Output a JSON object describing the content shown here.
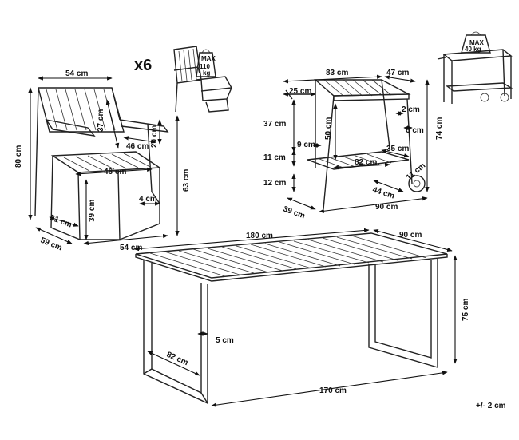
{
  "chair": {
    "quantity": "x6",
    "weight_badge": {
      "top": "MAX",
      "value": "110",
      "unit": "kg"
    },
    "dims": {
      "width": "54 cm",
      "height": "80 cm",
      "back_height": "37 cm",
      "arm_depth": "46 cm",
      "arm_height": "20 cm",
      "seat_depth": "46 cm",
      "seat_height": "39 cm",
      "leg": "4 cm",
      "arm_total": "63 cm",
      "base": "51 cm",
      "depth": "59 cm",
      "bottom_width": "54 cm"
    }
  },
  "trolley": {
    "weight_badge": {
      "top": "MAX",
      "value": "40 kg"
    },
    "dims": {
      "width": "83 cm",
      "depth": "47 cm",
      "handle": "25 cm",
      "upper_gap": "37 cm",
      "post": "50 cm",
      "shelf_inset": "9 cm",
      "gap_top": "2 cm",
      "gap_side": "6 cm",
      "total_height": "74 cm",
      "shelf_height": "11 cm",
      "shelf_depth": "35 cm",
      "shelf_width": "82 cm",
      "wheel_height": "12 cm",
      "shelf_side": "44 cm",
      "wheel": "11 cm",
      "bottom_depth": "39 cm",
      "overall_width": "90 cm"
    }
  },
  "table": {
    "dims": {
      "length": "180 cm",
      "width": "90 cm",
      "height": "75 cm",
      "leg": "5 cm",
      "frame_depth": "82 cm",
      "frame_length": "170 cm"
    }
  },
  "tolerance": "+/- 2 cm"
}
